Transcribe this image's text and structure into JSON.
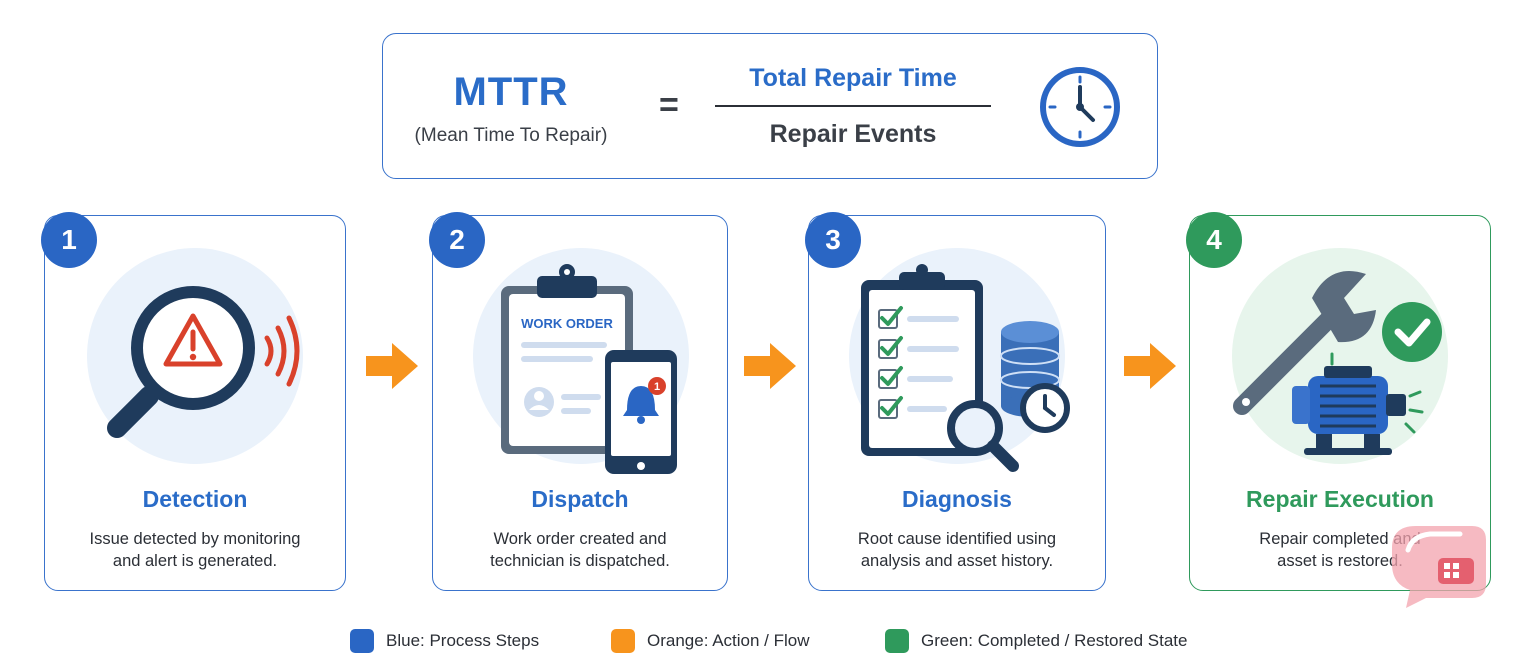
{
  "formula": {
    "title": "MTTR",
    "subtitle": "(Mean Time To Repair)",
    "equals": "=",
    "numerator": "Total Repair Time",
    "denominator": "Repair Events",
    "icon": "clock-icon"
  },
  "steps": [
    {
      "number": "1",
      "title": "Detection",
      "description_line1": "Issue detected by monitoring",
      "description_line2": "and alert is generated.",
      "icon": "magnifier-alert-icon"
    },
    {
      "number": "2",
      "title": "Dispatch",
      "description_line1": "Work order created and",
      "description_line2": "technician is dispatched.",
      "icon": "work-order-phone-icon",
      "clipboard_label": "WORK ORDER",
      "notification_count": "1"
    },
    {
      "number": "3",
      "title": "Diagnosis",
      "description_line1": "Root cause identified using",
      "description_line2": "analysis and asset history.",
      "icon": "checklist-database-icon"
    },
    {
      "number": "4",
      "title": "Repair Execution",
      "description_line1": "Repair completed and",
      "description_line2": "asset is restored.",
      "icon": "wrench-motor-check-icon"
    }
  ],
  "legend": [
    {
      "label": "Blue: Process Steps",
      "color": "#2a66c4"
    },
    {
      "label": "Orange: Action / Flow",
      "color": "#f7941d"
    },
    {
      "label": "Green: Completed / Restored State",
      "color": "#2f9a5c"
    }
  ],
  "colors": {
    "blue": "#2a66c4",
    "orange": "#f7941d",
    "green": "#2f9a5c",
    "alert_red": "#d9412b",
    "navy": "#1f3b5c"
  }
}
